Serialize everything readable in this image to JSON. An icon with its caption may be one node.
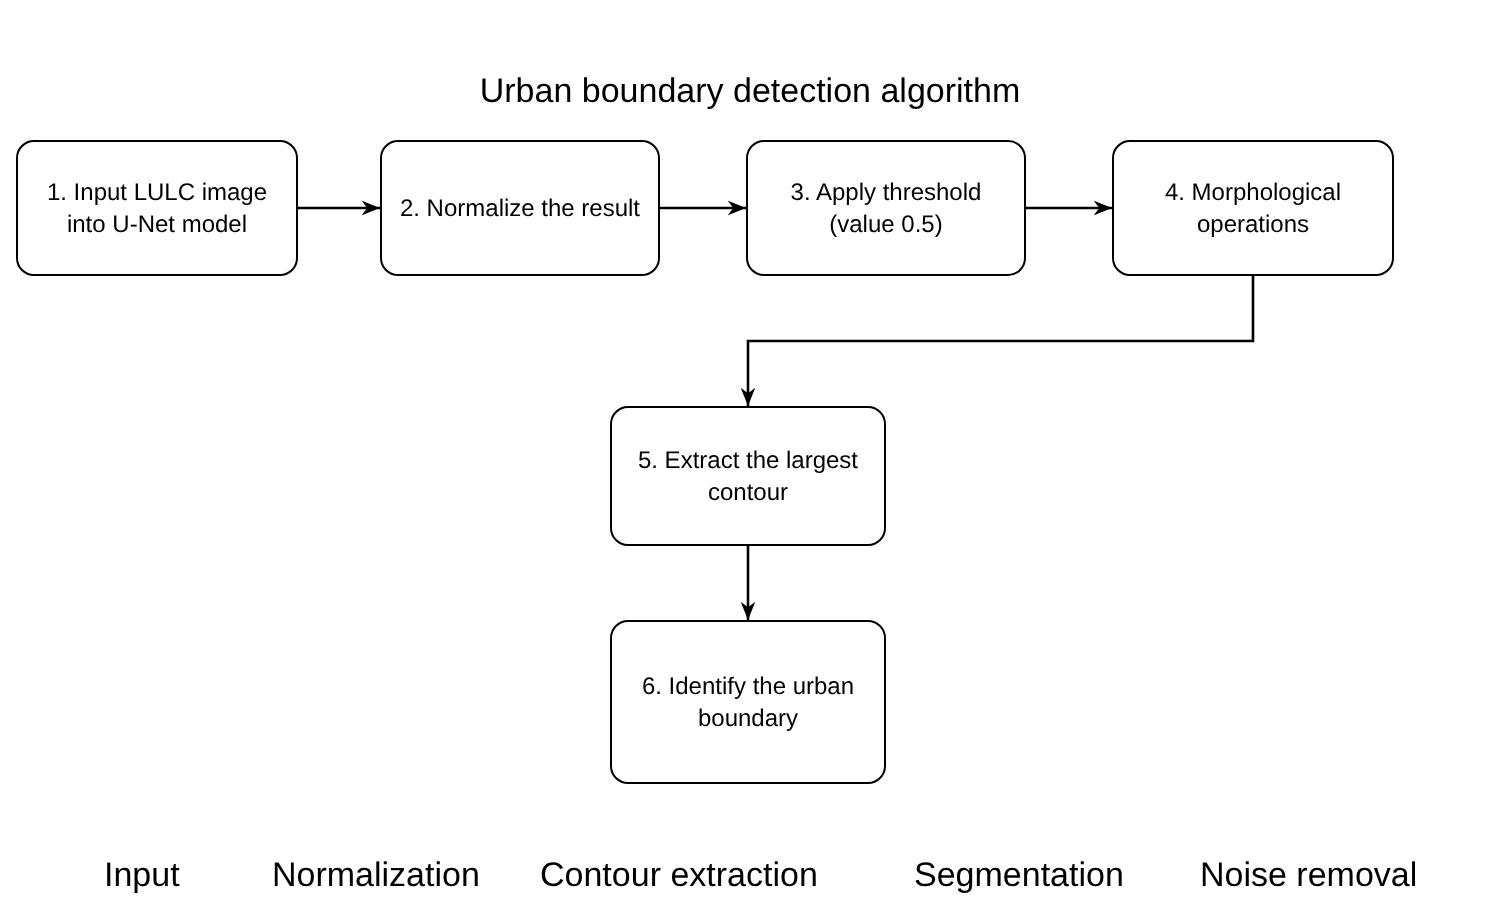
{
  "diagram": {
    "title": "Urban boundary detection algorithm",
    "nodes": [
      {
        "text": [
          "1. Input LULC image into U-Net model"
        ]
      },
      {
        "text": [
          "2. Normalize the result"
        ]
      },
      {
        "text": [
          "3. Apply threshold (value 0.5)"
        ]
      },
      {
        "text": [
          "4. Morphological operations"
        ]
      },
      {
        "text": [
          "5. Extract the largest contour"
        ]
      },
      {
        "text": [
          "6. Identify the urban boundary"
        ]
      }
    ],
    "edges": [
      {
        "from": 0,
        "to": 1,
        "arrow": "to"
      },
      {
        "from": 1,
        "to": 2,
        "arrow": "to"
      },
      {
        "from": 2,
        "to": 3,
        "arrow": "to"
      },
      {
        "from": 3,
        "to": 4,
        "arrow": "to"
      },
      {
        "from": 4,
        "to": 5,
        "arrow": "to"
      }
    ],
    "labels": [
      "Input",
      "Normalization",
      "Contour extraction",
      "Segmentation",
      "Noise removal"
    ]
  }
}
